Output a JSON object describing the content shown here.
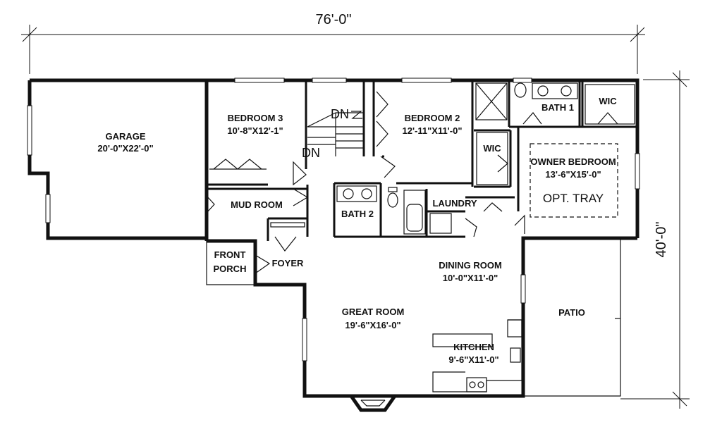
{
  "dimensions": {
    "overall_width": "76'-0\"",
    "overall_depth": "40'-0\""
  },
  "rooms": {
    "garage": {
      "name": "GARAGE",
      "size": "20'-0\"X22'-0\""
    },
    "bedroom3": {
      "name": "BEDROOM 3",
      "size": "10'-8\"X12'-1\""
    },
    "bedroom2": {
      "name": "BEDROOM 2",
      "size": "12'-11\"X11'-0\""
    },
    "bath1": {
      "name": "BATH 1"
    },
    "wic_owner": {
      "name": "WIC"
    },
    "wic_hall": {
      "name": "WIC"
    },
    "owner_bedroom": {
      "name": "OWNER BEDROOM",
      "size": "13'-6\"X15'-0\"",
      "note": "OPT. TRAY"
    },
    "mud_room": {
      "name": "MUD ROOM"
    },
    "bath2": {
      "name": "BATH 2"
    },
    "laundry": {
      "name": "LAUNDRY"
    },
    "front_porch": {
      "line1": "FRONT",
      "line2": "PORCH"
    },
    "foyer": {
      "name": "FOYER"
    },
    "dining_room": {
      "name": "DINING ROOM",
      "size": "10'-0\"X11'-0\""
    },
    "great_room": {
      "name": "GREAT ROOM",
      "size": "19'-6\"X16'-0\""
    },
    "patio": {
      "name": "PATIO"
    },
    "kitchen": {
      "name": "KITCHEN",
      "size": "9'-6\"X11'-0\""
    }
  },
  "stairs": {
    "dn_upper": "DN",
    "dn_lower": "DN"
  }
}
